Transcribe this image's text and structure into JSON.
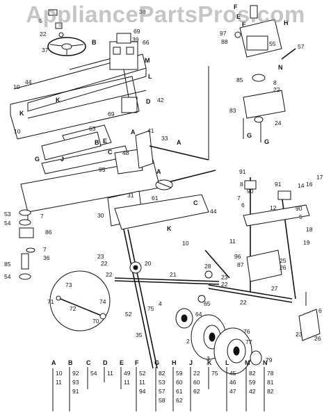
{
  "watermark": "AppliancePartsPros.com",
  "labels": {
    "p5": "5",
    "p22a": "22",
    "p37": "37",
    "p38": "38",
    "p69a": "69",
    "p39": "39",
    "p66": "66",
    "pB1": "B",
    "pM": "M",
    "pL": "L",
    "p10a": "10",
    "p44a": "44",
    "pK1": "K",
    "pK2": "K",
    "p10b": "10",
    "p69b": "69",
    "p63": "63",
    "p42": "42",
    "pD": "D",
    "pC1": "C",
    "pB2": "B",
    "pA1": "A",
    "pA2": "A",
    "p41": "41",
    "p33": "33",
    "pE1": "E",
    "p48": "48",
    "pG1": "G",
    "pJ1": "J",
    "p95": "95",
    "pF1": "F",
    "pH1": "H",
    "p57": "57",
    "p55": "55",
    "pN": "N",
    "p97": "97",
    "p88": "88",
    "pF2": "F",
    "pE2": "E",
    "p85": "85",
    "p8a": "8",
    "p22b": "22",
    "p83": "83",
    "p24": "24",
    "pG2": "G",
    "pG3": "G",
    "p91a": "91",
    "p8b": "8",
    "p90a": "90",
    "p7a": "7",
    "p6a": "6",
    "p91b": "91",
    "p14": "14",
    "p16": "16",
    "p17": "17",
    "p12": "12",
    "p90b": "90",
    "p5b": "5",
    "p18": "18",
    "p19": "19",
    "p31": "31",
    "p61": "61",
    "pA3": "A",
    "pC2": "C",
    "p44b": "44",
    "p30": "30",
    "pK3": "K",
    "p10c": "10",
    "p53": "53",
    "p54a": "54",
    "p7b": "7",
    "p86": "86",
    "p7c": "7",
    "p36": "36",
    "p85b": "85",
    "p54b": "54",
    "p23a": "23",
    "p22c": "22",
    "p20": "20",
    "p21": "21",
    "p22d": "22",
    "p73": "73",
    "p71": "71",
    "p72": "72",
    "p74": "74",
    "p70": "70",
    "p11": "11",
    "p96": "96",
    "p87": "87",
    "p26": "26",
    "p25": "25",
    "p28": "28",
    "p27": "27",
    "p23b": "23",
    "p22e": "22",
    "p22f": "22",
    "p4": "4",
    "p52": "52",
    "p75": "75",
    "p76": "76",
    "p77": "77",
    "p64": "64",
    "p65": "65",
    "p35": "35",
    "p2": "2",
    "p3": "3",
    "p79": "79",
    "p6b": "6",
    "p26b": "26",
    "p23c": "23"
  },
  "hardware_key": [
    {
      "letter": "A",
      "parts": [
        "10",
        "11"
      ]
    },
    {
      "letter": "B",
      "parts": [
        "92",
        "93",
        "91"
      ]
    },
    {
      "letter": "C",
      "parts": [
        "54"
      ]
    },
    {
      "letter": "D",
      "parts": [
        "11"
      ]
    },
    {
      "letter": "E",
      "parts": [
        "49",
        "11"
      ]
    },
    {
      "letter": "F",
      "parts": [
        "52",
        "11",
        "94"
      ]
    },
    {
      "letter": "G",
      "parts": [
        "82",
        "53",
        "57",
        "58"
      ]
    },
    {
      "letter": "H",
      "parts": [
        "59",
        "60",
        "61",
        "62"
      ]
    },
    {
      "letter": "J",
      "parts": [
        "22",
        "60",
        "62"
      ]
    },
    {
      "letter": "K",
      "parts": [
        "75"
      ]
    },
    {
      "letter": "L",
      "parts": [
        "45",
        "46",
        "47"
      ]
    },
    {
      "letter": "M",
      "parts": [
        "82",
        "59",
        "42"
      ]
    },
    {
      "letter": "N",
      "parts": [
        "78",
        "81",
        "82"
      ]
    }
  ]
}
